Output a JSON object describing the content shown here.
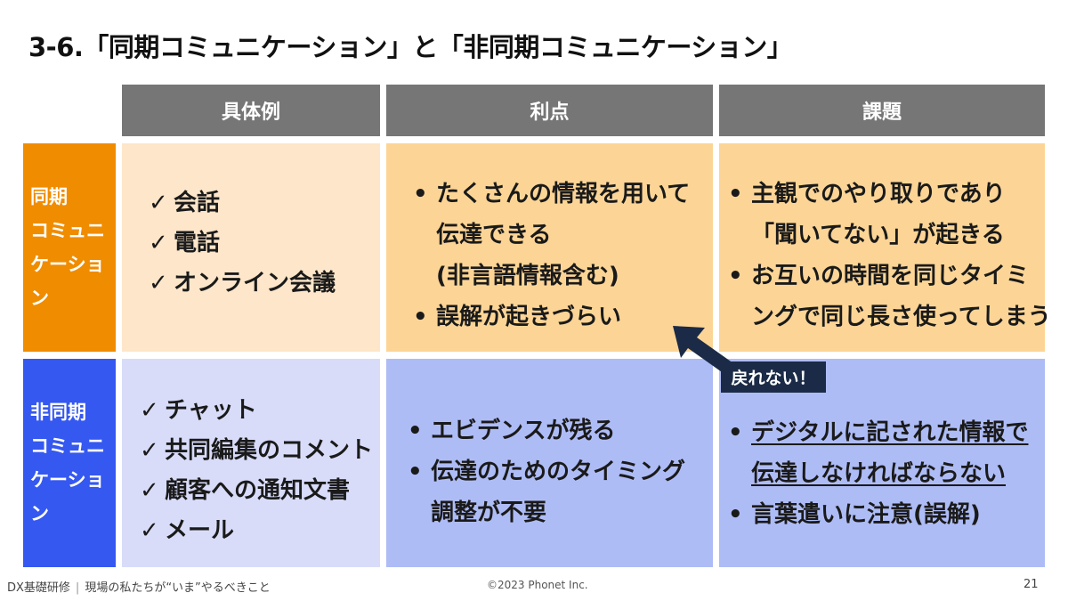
{
  "title": "3-6.「同期コミュニケーション」と「非同期コミュニケーション」",
  "columns": [
    "具体例",
    "利点",
    "課題"
  ],
  "rows": {
    "sync": {
      "label_lines": [
        "同期",
        "コミュニ",
        "ケーション"
      ],
      "examples": [
        "会話",
        "電話",
        "オンライン会議"
      ],
      "advantages": [
        [
          "たくさんの情報を用いて",
          "伝達できる",
          "(非言語情報含む)"
        ],
        [
          "誤解が起きづらい"
        ]
      ],
      "issues": [
        [
          "主観でのやり取りであり",
          "「聞いてない」が起きる"
        ],
        [
          "お互いの時間を同じタイミ",
          "ングで同じ長さ使ってしまう"
        ]
      ]
    },
    "async": {
      "label_lines": [
        "非同期",
        "コミュニ",
        "ケーション"
      ],
      "examples": [
        "チャット",
        "共同編集のコメント",
        "顧客への通知文書",
        "メール"
      ],
      "advantages": [
        [
          "エビデンスが残る"
        ],
        [
          "伝達のためのタイミング",
          "調整が不要"
        ]
      ],
      "issues": [
        [
          "デジタルに記された情報で",
          "伝達しなければならない"
        ],
        [
          "言葉遣いに注意(誤解)"
        ]
      ]
    }
  },
  "callout": "戻れない！",
  "check_symbol": "✓",
  "bullet_symbol": "•",
  "colors": {
    "header_bg": "#767676",
    "sync_label": "#f08c00",
    "async_label": "#3558f0",
    "sync_examples_bg": "#fde6c9",
    "sync_cells_bg": "#fcd596",
    "async_examples_bg": "#d8dcf9",
    "async_cells_bg": "#aebcf6",
    "callout_bg": "#1b2b47"
  },
  "footer": {
    "left": "DX基礎研修",
    "left_separator": "|",
    "left_sub": "現場の私たちが“いま”やるべきこと",
    "center": "©2023 Phonet Inc.",
    "page": "21"
  }
}
